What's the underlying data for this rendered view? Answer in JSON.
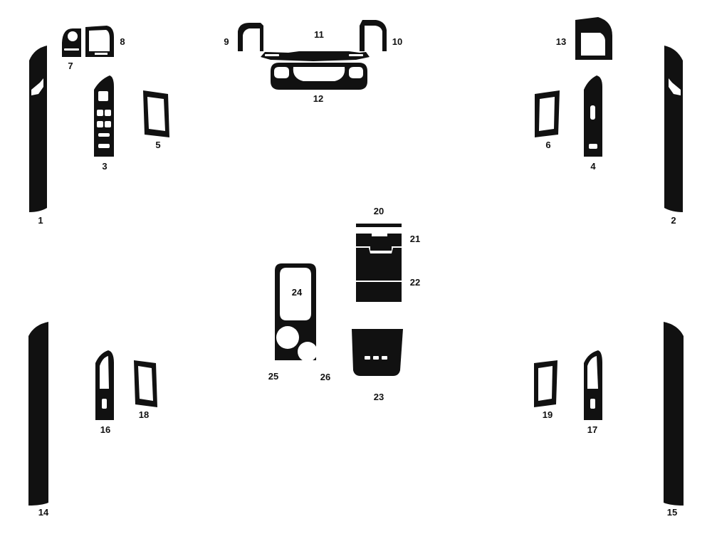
{
  "colors": {
    "piece": "#111111",
    "cutout": "#ffffff",
    "background": "#ffffff"
  },
  "labels": {
    "p1": "1",
    "p2": "2",
    "p3": "3",
    "p4": "4",
    "p5": "5",
    "p6": "6",
    "p7": "7",
    "p8": "8",
    "p9": "9",
    "p10": "10",
    "p11": "11",
    "p12": "12",
    "p13": "13",
    "p14": "14",
    "p15": "15",
    "p16": "16",
    "p17": "17",
    "p18": "18",
    "p19": "19",
    "p20": "20",
    "p21": "21",
    "p22": "22",
    "p23": "23",
    "p24": "24",
    "p25": "25",
    "p26": "26"
  }
}
